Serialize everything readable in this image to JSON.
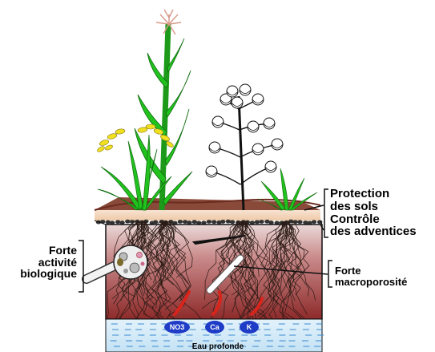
{
  "labels": {
    "protection_line1": "Protection",
    "protection_line2": "des sols",
    "controle_line1": "Contrôle",
    "controle_line2": "des adventices",
    "activite_line1": "Forte",
    "activite_line2": "activité",
    "activite_line3": "biologique",
    "macro_line1": "Forte",
    "macro_line2": "macroporosité",
    "eau": "Eau profonde"
  },
  "nutrients": {
    "no3": "NO3",
    "ca": "Ca",
    "k": "K"
  },
  "colors": {
    "soil_top": "#f3d6bf",
    "soil_deep": "#8e2a2a",
    "water": "#cfe8f7",
    "nutrient_blue": "#1f3cc7",
    "leaf_green": "#22c21e",
    "grain_yellow": "#f0e020",
    "earthworm_red": "#d8241a"
  }
}
